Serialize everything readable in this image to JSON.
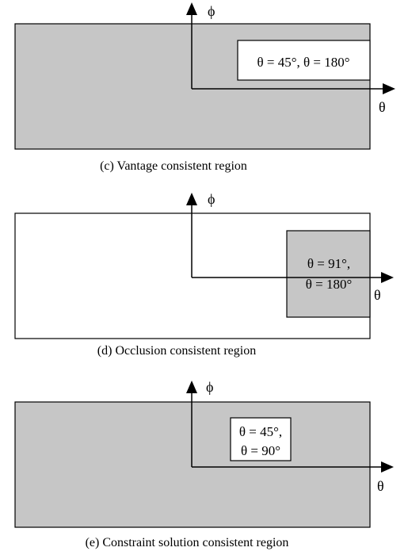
{
  "panels": [
    {
      "id": "c",
      "caption": "(c) Vantage consistent region",
      "outer_fill": "#c6c6c6",
      "inner_fill": "#ffffff",
      "inner_lines": [
        "θ = 45°,  θ = 180°"
      ],
      "x_axis_label": "θ",
      "y_axis_label": "ϕ"
    },
    {
      "id": "d",
      "caption": "(d) Occlusion consistent region",
      "outer_fill": "#ffffff",
      "inner_fill": "#c6c6c6",
      "inner_lines": [
        "θ = 91°,",
        "θ = 180°"
      ],
      "x_axis_label": "θ",
      "y_axis_label": "ϕ"
    },
    {
      "id": "e",
      "caption": "(e) Constraint solution consistent region",
      "outer_fill": "#c6c6c6",
      "inner_fill": "#ffffff",
      "inner_lines": [
        "θ = 45°,",
        "θ = 90°"
      ],
      "x_axis_label": "θ",
      "y_axis_label": "ϕ"
    }
  ],
  "colors": {
    "stroke": "#000000"
  }
}
